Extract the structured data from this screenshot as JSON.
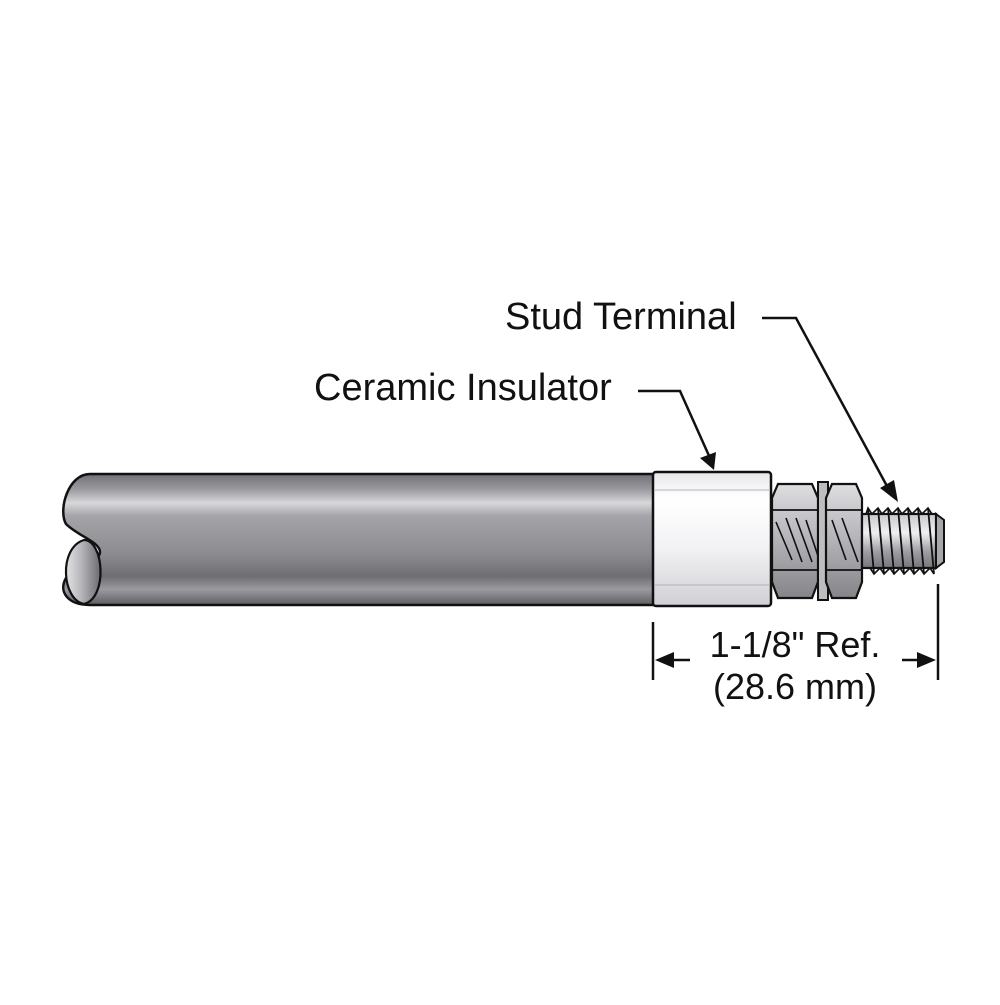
{
  "labels": {
    "stud_terminal": "Stud Terminal",
    "ceramic_insulator": "Ceramic Insulator",
    "dimension_imperial": "1-1/8\" Ref.",
    "dimension_metric": "(28.6 mm)"
  },
  "colors": {
    "outline": "#111111",
    "sheath": "#8a8a8f",
    "sheath_highlight": "#d7d7da",
    "ceramic": "#f2f2f4",
    "metal": "#a9a9ad",
    "background": "#ffffff"
  }
}
